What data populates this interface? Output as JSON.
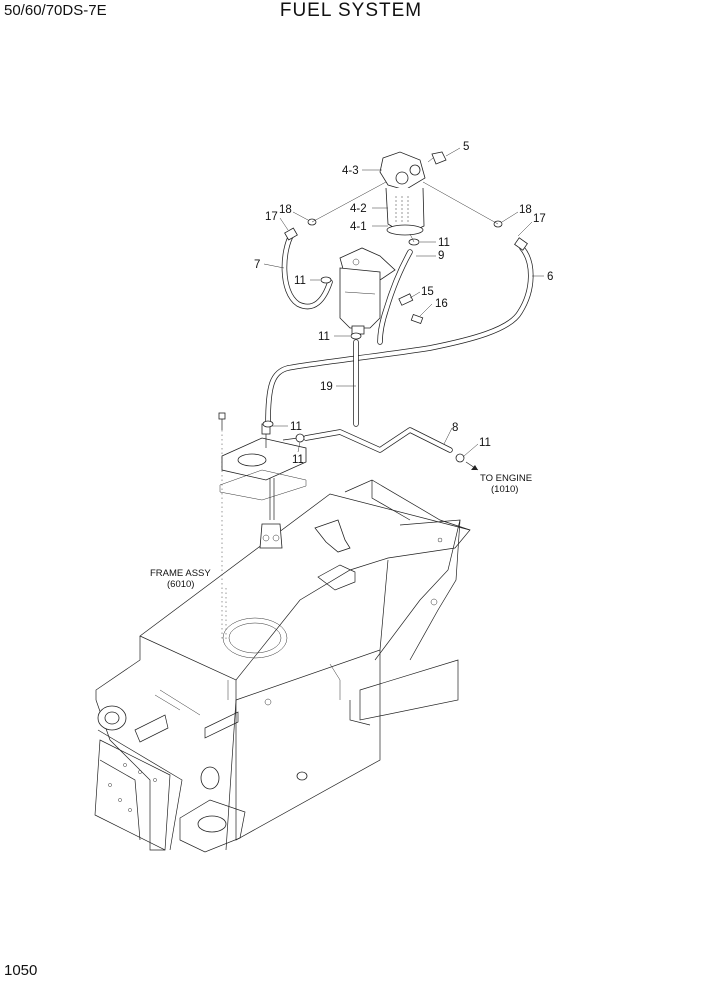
{
  "header": {
    "model": "50/60/70DS-7E",
    "title": "FUEL SYSTEM"
  },
  "footer": {
    "page_number": "1050"
  },
  "callouts": {
    "c5": "5",
    "c4_3": "4-3",
    "c4_2": "4-2",
    "c4_1": "4-1",
    "c18_left": "18",
    "c17_left": "17",
    "c18_right": "18",
    "c17_right": "17",
    "c11_top": "11",
    "c9": "9",
    "c7": "7",
    "c11_left": "11",
    "c6": "6",
    "c15": "15",
    "c16": "16",
    "c11_mid": "11",
    "c19": "19",
    "c11_tank_a": "11",
    "c11_tank_b": "11",
    "c8": "8",
    "c11_engine": "11"
  },
  "notes": {
    "to_engine_line1": "TO ENGINE",
    "to_engine_line2": "(1010)",
    "frame_assy_line1": "FRAME ASSY",
    "frame_assy_line2": "(6010)"
  }
}
